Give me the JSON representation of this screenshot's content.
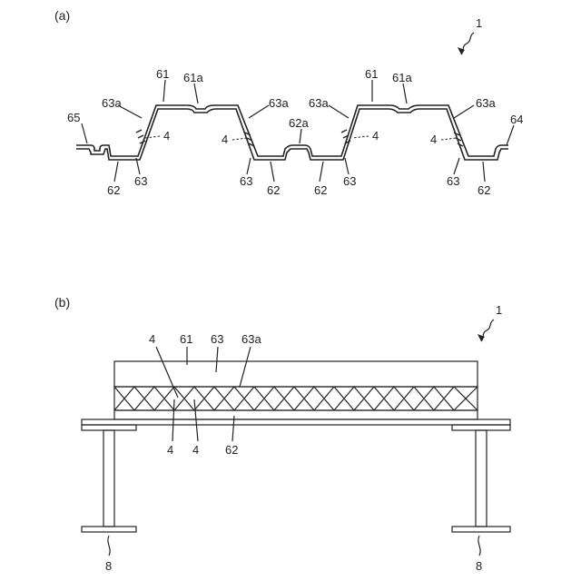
{
  "panels": {
    "a": {
      "label": "(a)",
      "ref": "1",
      "labels": {
        "l61_1": "61",
        "l61a_1": "61a",
        "l61_2": "61",
        "l61a_2": "61a",
        "l63a_1": "63a",
        "l63a_2": "63a",
        "l63a_3": "63a",
        "l63a_4": "63a",
        "l65": "65",
        "l64": "64",
        "l62a": "62a",
        "l4_1": "4",
        "l4_2": "4",
        "l4_3": "4",
        "l4_4": "4",
        "l62_1": "62",
        "l62_2": "62",
        "l62_3": "62",
        "l62_4": "62",
        "l63_1": "63",
        "l63_2": "63",
        "l63_3": "63",
        "l63_4": "63"
      }
    },
    "b": {
      "label": "(b)",
      "ref": "1",
      "labels": {
        "l4_top": "4",
        "l61": "61",
        "l63": "63",
        "l63a": "63a",
        "l4_b1": "4",
        "l4_b2": "4",
        "l62": "62",
        "l8_left": "8",
        "l8_right": "8"
      }
    }
  }
}
